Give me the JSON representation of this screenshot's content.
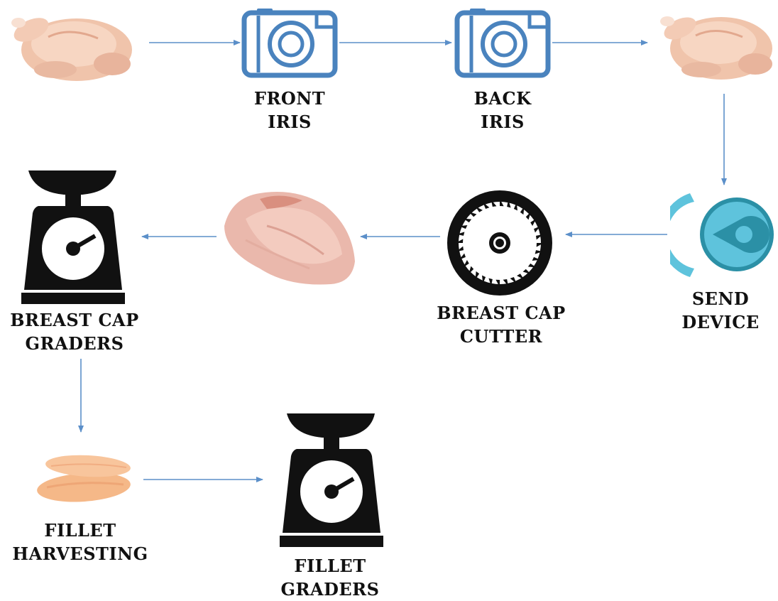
{
  "colors": {
    "arrow": "#5b8fc9",
    "camera": "#4a83be",
    "icon_black": "#111111",
    "send_light": "#5ec3dc",
    "send_dark": "#2b90a6",
    "chicken": "#f2c9b0",
    "fillet": "#f5b888",
    "breast": "#eab8ac"
  },
  "nodes": {
    "chicken_start": {
      "icon": "whole-chicken-image"
    },
    "front_iris": {
      "icon": "camera-icon",
      "label_lines": [
        "FRONT",
        "IRIS"
      ]
    },
    "back_iris": {
      "icon": "camera-icon",
      "label_lines": [
        "BACK",
        "IRIS"
      ]
    },
    "chicken_after": {
      "icon": "whole-chicken-image"
    },
    "send_device": {
      "icon": "send-device-icon",
      "label_lines": [
        "SEND",
        "DEVICE"
      ]
    },
    "breast_cap_cutter": {
      "icon": "saw-blade-icon",
      "label_lines": [
        "BREAST CAP",
        "CUTTER"
      ]
    },
    "breast_cap": {
      "icon": "breast-cap-image"
    },
    "breast_cap_graders": {
      "icon": "scale-icon",
      "label_lines": [
        "BREAST CAP",
        "GRADERS"
      ]
    },
    "fillet_harvesting": {
      "icon": "fillet-image",
      "label_lines": [
        "FILLET",
        "HARVESTING"
      ]
    },
    "fillet_graders": {
      "icon": "scale-icon",
      "label_lines": [
        "FILLET",
        "GRADERS"
      ]
    }
  }
}
